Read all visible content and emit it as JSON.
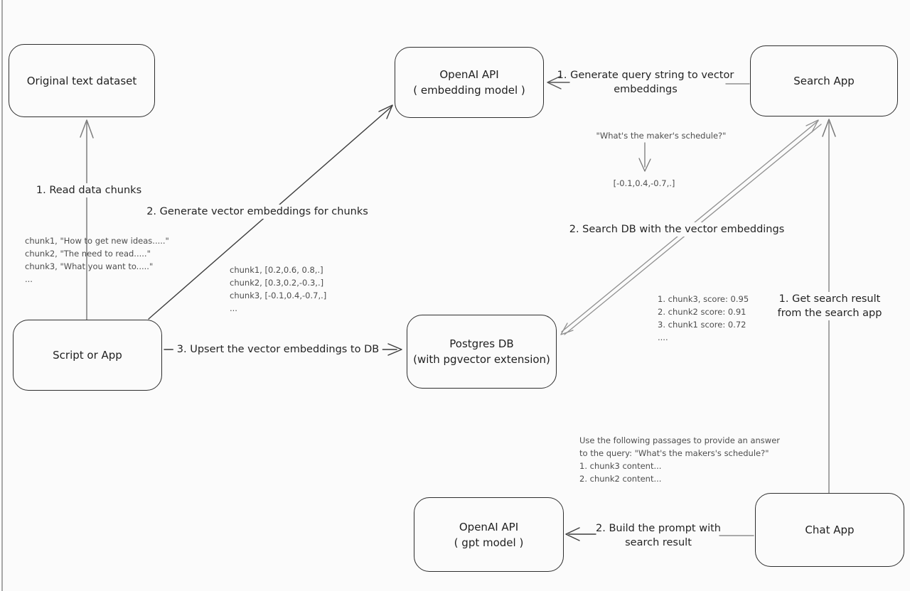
{
  "nodes": {
    "original_dataset": {
      "label": "Original text dataset"
    },
    "script_app": {
      "label": "Script or App"
    },
    "embedding_api": {
      "line1": "OpenAI API",
      "line2": "( embedding model )"
    },
    "search_app": {
      "label": "Search App"
    },
    "postgres_db": {
      "line1": "Postgres DB",
      "line2": "(with pgvector extension)"
    },
    "gpt_api": {
      "line1": "OpenAI API",
      "line2": "( gpt model )"
    },
    "chat_app": {
      "label": "Chat App"
    }
  },
  "edge_labels": {
    "read_chunks": "1. Read data chunks",
    "generate_embeddings": "2. Generate vector embeddings for chunks",
    "upsert": "3. Upsert the vector embeddings  to DB",
    "query_to_vector_line1": "1. Generate query string to vector",
    "query_to_vector_line2": "embeddings",
    "search_db": "2. Search DB with the vector embeddings",
    "get_result_line1": "1. Get search result",
    "get_result_line2": "from the search app",
    "build_prompt_line1": "2. Build the prompt with",
    "build_prompt_line2": "search result"
  },
  "annotations": {
    "chunk_list": [
      "chunk1, \"How to get new ideas.....\"",
      "chunk2, \"The need to read.....\"",
      "chunk3, \"What you want to.....\"",
      "..."
    ],
    "vector_list": [
      "chunk1, [0.2,0.6, 0.8,.]",
      "chunk2, [0.3,0.2,-0.3,.]",
      "chunk3, [-0.1,0.4,-0.7,.]",
      "..."
    ],
    "query_example": "\"What's the maker's schedule?\"",
    "query_vector": "[-0.1,0.4,-0.7,.]",
    "score_list": [
      "1. chunk3, score: 0.95",
      "2. chunk2 score: 0.91",
      "3. chunk1 score: 0.72",
      "...."
    ],
    "prompt_lines": [
      "Use the following passages to provide an answer",
      "to the query: \"What's the makers's schedule?\"",
      "1. chunk3 content...",
      "2. chunk2 content..."
    ]
  },
  "colors": {
    "background": "#fbfbfb",
    "box_border": "#2e2e2e",
    "stroke_dark": "#3d3d3d",
    "stroke_gray": "#8f8f8f",
    "text_dark": "#1f1f1f",
    "text_gray": "#4d4d4d"
  }
}
